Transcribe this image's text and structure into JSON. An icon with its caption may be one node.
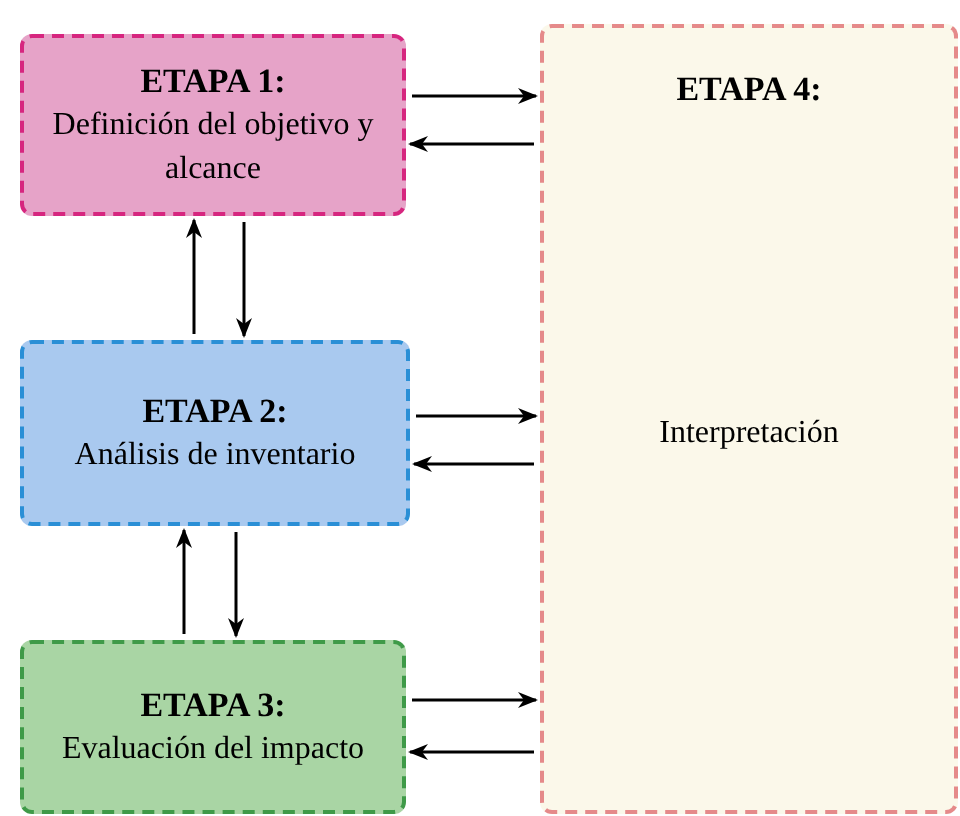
{
  "diagram": {
    "nodes": [
      {
        "text": [
          "ETAPA 1:",
          "Definición del objetivo y alcance"
        ]
      },
      {
        "text": [
          "ETAPA 2:",
          "Análisis de inventario"
        ]
      },
      {
        "text": [
          "ETAPA 3:",
          "Evaluación del impacto"
        ]
      },
      {
        "text": [
          "ETAPA 4:",
          "Interpretación"
        ]
      }
    ],
    "edges": [
      {
        "from": 0,
        "to": 1,
        "arrow": "to"
      },
      {
        "from": 1,
        "to": 0,
        "arrow": "to"
      },
      {
        "from": 1,
        "to": 2,
        "arrow": "to"
      },
      {
        "from": 2,
        "to": 1,
        "arrow": "to"
      },
      {
        "from": 0,
        "to": 3,
        "arrow": "to"
      },
      {
        "from": 3,
        "to": 0,
        "arrow": "to"
      },
      {
        "from": 1,
        "to": 3,
        "arrow": "to"
      },
      {
        "from": 3,
        "to": 1,
        "arrow": "to"
      },
      {
        "from": 2,
        "to": 3,
        "arrow": "to"
      },
      {
        "from": 3,
        "to": 2,
        "arrow": "to"
      }
    ]
  }
}
